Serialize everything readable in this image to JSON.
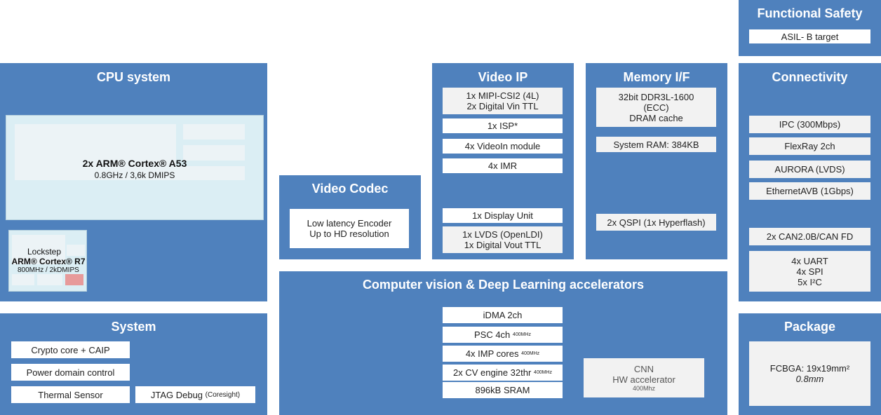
{
  "functional_safety": {
    "title": "Functional Safety",
    "items": [
      "ASIL- B target"
    ]
  },
  "cpu": {
    "title": "CPU system",
    "a53_name": "2x ARM® Cortex® A53",
    "a53_spec": "0.8GHz / 3,6k DMIPS",
    "r7_lockstep": "Lockstep",
    "r7_name": "ARM® Cortex® R7",
    "r7_spec": "800MHz / 2kDMIPS"
  },
  "system": {
    "title": "System",
    "items": [
      "Crypto core + CAIP",
      "Power domain control",
      "Thermal Sensor"
    ],
    "jtag_main": "JTAG Debug",
    "jtag_sub": "(Coresight)"
  },
  "video_codec": {
    "title": "Video Codec",
    "lines": [
      "Low latency Encoder",
      "Up to HD resolution"
    ]
  },
  "video_ip": {
    "title": "Video IP",
    "items": [
      [
        "1x MIPI-CSI2 (4L)",
        "2x Digital Vin TTL"
      ],
      [
        "1x ISP*"
      ],
      [
        "4x VideoIn module"
      ],
      [
        "4x IMR"
      ],
      [
        "1x Display Unit"
      ],
      [
        "1x LVDS (OpenLDI)",
        "1x Digital Vout TTL"
      ]
    ]
  },
  "memory": {
    "title": "Memory I/F",
    "items": [
      [
        "32bit  DDR3L-1600",
        "(ECC)",
        "DRAM cache"
      ],
      [
        "System RAM:  384KB"
      ],
      [
        "2x QSPI (1x Hyperflash)"
      ]
    ]
  },
  "connectivity": {
    "title": "Connectivity",
    "items": [
      [
        "IPC (300Mbps)"
      ],
      [
        "FlexRay 2ch"
      ],
      [
        "AURORA  (LVDS)"
      ],
      [
        "EthernetAVB (1Gbps)"
      ],
      [
        "2x CAN2.0B/CAN FD"
      ],
      [
        "4x UART",
        "4x SPI",
        "5x I²C"
      ]
    ]
  },
  "cv": {
    "title": "Computer vision & Deep Learning accelerators",
    "items": [
      {
        "main": "iDMA 2ch",
        "sub": ""
      },
      {
        "main": "PSC 4ch",
        "sub": "400MHz"
      },
      {
        "main": "4x IMP cores",
        "sub": "400MHz"
      },
      {
        "main": "2x CV engine 32thr",
        "sub": "400MHz"
      },
      {
        "main": "896kB SRAM",
        "sub": ""
      }
    ],
    "cnn_lines": [
      "CNN",
      "HW accelerator"
    ],
    "cnn_sub": "400Mhz"
  },
  "package": {
    "title": "Package",
    "line1": "FCBGA: 19x19mm²",
    "line2": "0.8mm"
  },
  "colors": {
    "panel": "#4f81bd",
    "box": "#ffffff",
    "box_grey": "#f2f2f2"
  }
}
